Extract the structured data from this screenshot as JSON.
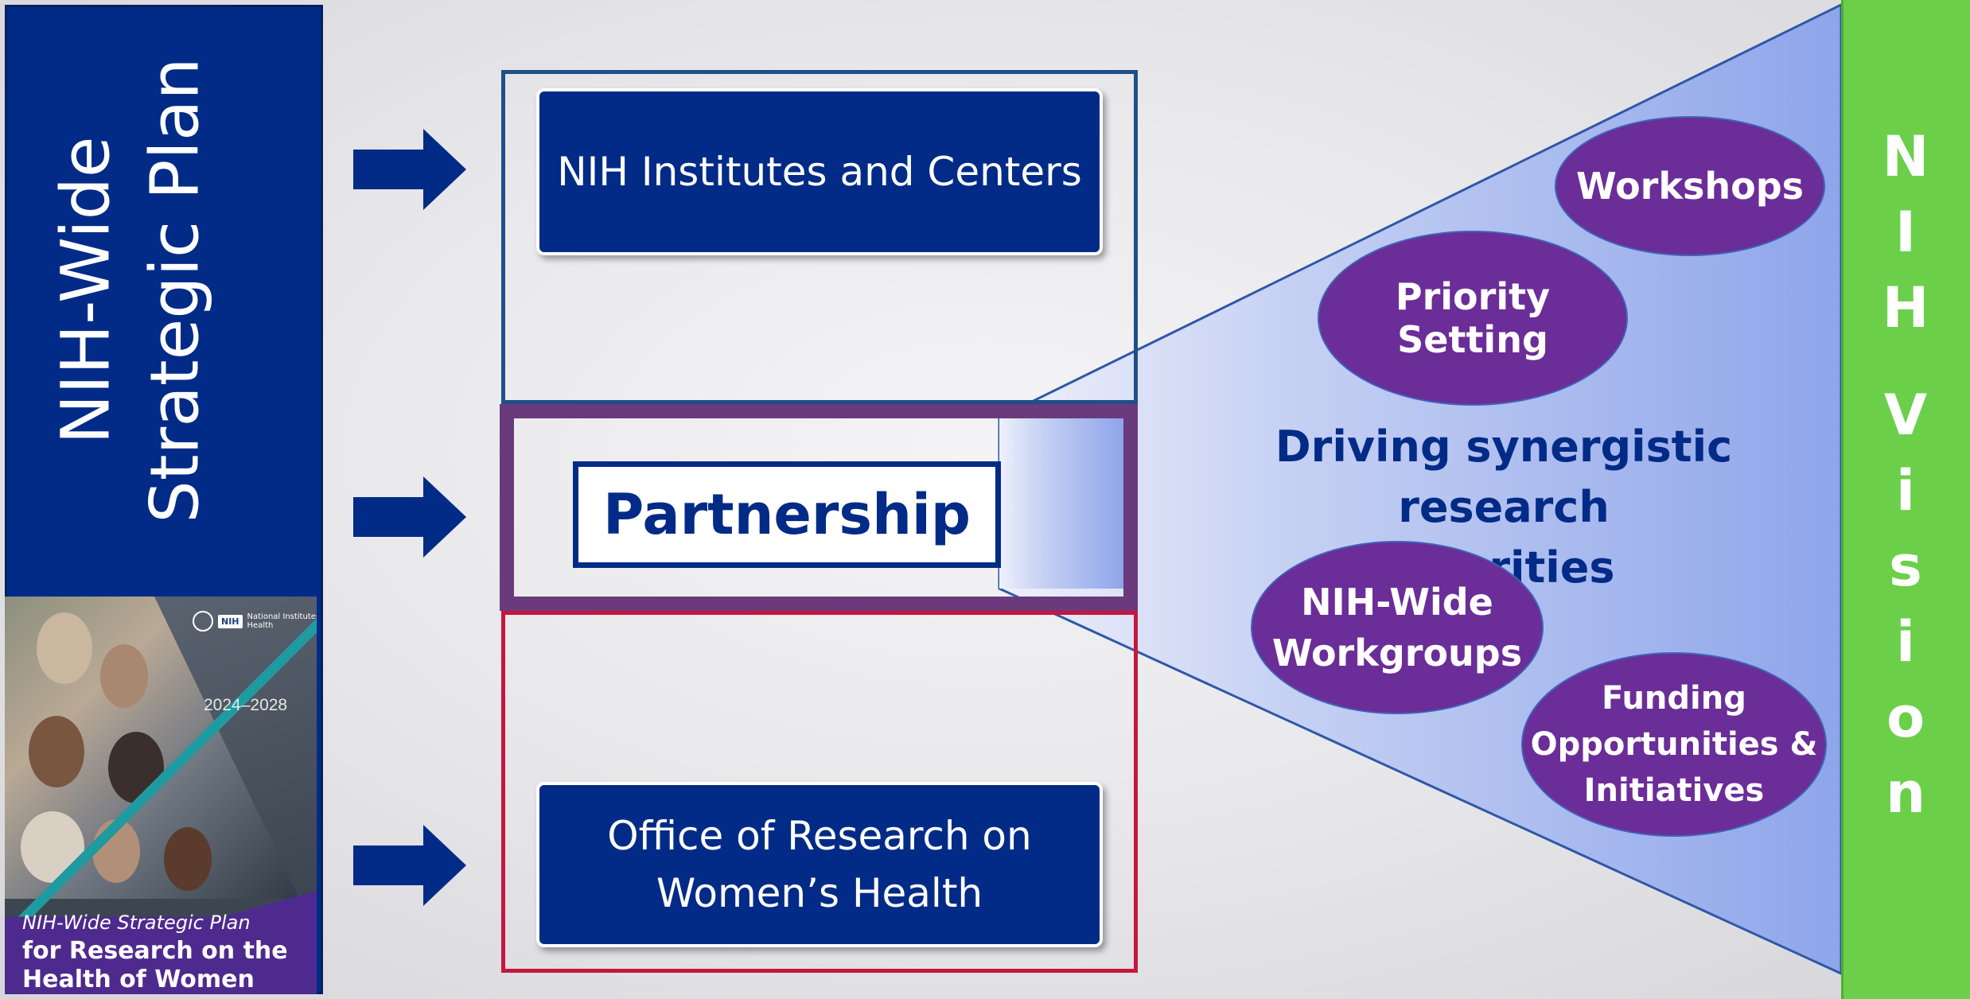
{
  "left_panel": {
    "title_line1": "NIH-Wide",
    "title_line2": "Strategic Plan",
    "background_color": "#022b87"
  },
  "cover": {
    "years": "2024–2028",
    "logo_badge": "NIH",
    "logo_text": "National Institutes of Health",
    "caption_line1": "NIH-Wide Strategic Plan",
    "caption_line2": "for Research on the",
    "caption_line3": "Health of Women",
    "banner_color": "#4e2a8e"
  },
  "boxes": {
    "institutes": "NIH Institutes and Centers",
    "partnership": "Partnership",
    "orwh_line1": "Office of Research on",
    "orwh_line2": "Women’s Health"
  },
  "frame_colors": {
    "top": "#1f4f86",
    "middle": "#6b3a7c",
    "bottom": "#c6163d"
  },
  "funnel": {
    "headline_line1": "Driving synergistic research",
    "headline_line2": "priorities",
    "activities": {
      "workshops": "Workshops",
      "priority_setting": "Priority Setting",
      "workgroups_line1": "NIH-Wide",
      "workgroups_line2": "Workgroups",
      "funding_line1": "Funding",
      "funding_line2": "Opportunities &",
      "funding_line3": "Initiatives"
    },
    "ellipse_color": "#6b2d98",
    "fill_color": "#8ea5ea"
  },
  "vision": {
    "letters_word1": [
      "N",
      "I",
      "H"
    ],
    "letters_word2": [
      "V",
      "i",
      "s",
      "i",
      "o",
      "n"
    ],
    "background_color": "#6bcf4a"
  }
}
